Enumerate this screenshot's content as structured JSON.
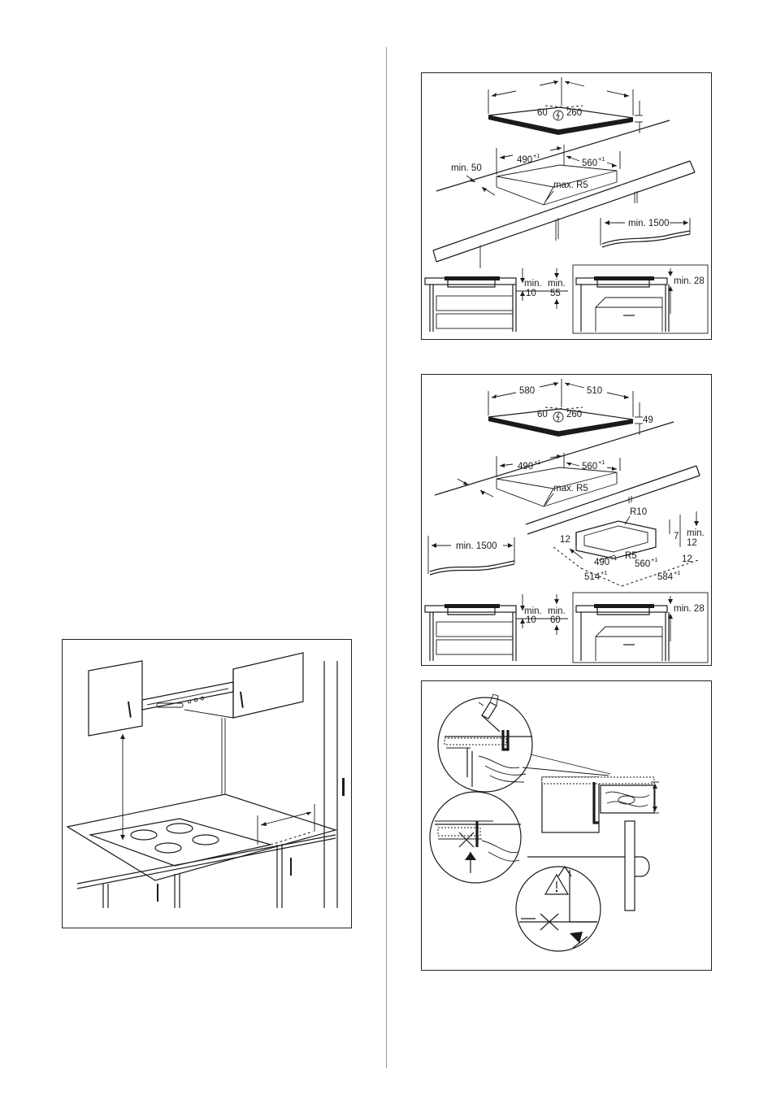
{
  "panel1": {
    "hob_left_dim": "60",
    "hob_right_dim": "260",
    "cut_depth": "490",
    "cut_depth_tol": "+1",
    "cut_width": "560",
    "cut_width_tol": "+1",
    "min_edge": "min. 50",
    "corner_radius": "max. R5",
    "cable_length": "min. 1500",
    "detail_a_min": "min.",
    "detail_a_val": "10",
    "detail_b_min": "min.",
    "detail_b_val": "55",
    "detail_right": "min. 28"
  },
  "panel2": {
    "hob_width": "580",
    "hob_depth": "510",
    "hob_left_dim": "60",
    "hob_right_dim": "260",
    "hob_height": "49",
    "cut_depth": "490",
    "cut_depth_tol": "+1",
    "cut_width": "560",
    "cut_width_tol": "+1",
    "corner_radius": "max. R5",
    "cable_length": "min. 1500",
    "flush_r10": "R10",
    "flush_r5": "R5",
    "flush_12a": "12",
    "flush_7": "7",
    "flush_min": "min.",
    "flush_12b": "12",
    "flush_12c": "12",
    "flush_490": "490",
    "flush_490_tol": "+1",
    "flush_560": "560",
    "flush_560_tol": "+1",
    "flush_514": "514",
    "flush_514_tol": "+1",
    "flush_584": "584",
    "flush_584_tol": "+1",
    "detail_a_min": "min.",
    "detail_a_val": "10",
    "detail_b_min": "min.",
    "detail_b_val": "60",
    "detail_right": "min. 28"
  },
  "icons": {
    "power": "power-symbol-icon",
    "warning": "warning-triangle-icon",
    "cross": "cross-mark-icon",
    "arrow": "arrow-icon"
  }
}
